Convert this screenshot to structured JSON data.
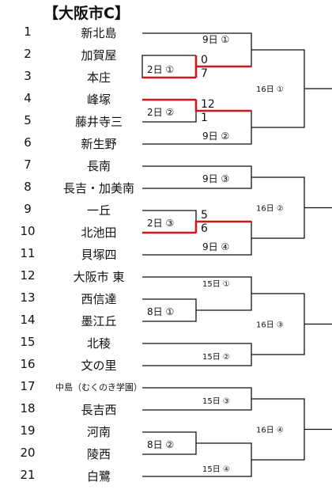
{
  "title": "【大阪市C】",
  "teams": [
    {
      "no": "1",
      "name": "新北島"
    },
    {
      "no": "2",
      "name": "加賀屋"
    },
    {
      "no": "3",
      "name": "本庄"
    },
    {
      "no": "4",
      "name": "峰塚"
    },
    {
      "no": "5",
      "name": "藤井寺三"
    },
    {
      "no": "6",
      "name": "新生野"
    },
    {
      "no": "7",
      "name": "長南"
    },
    {
      "no": "8",
      "name": "長吉・加美南"
    },
    {
      "no": "9",
      "name": "一丘"
    },
    {
      "no": "10",
      "name": "北池田"
    },
    {
      "no": "11",
      "name": "貝塚四"
    },
    {
      "no": "12",
      "name": "大阪市 東"
    },
    {
      "no": "13",
      "name": "西信達"
    },
    {
      "no": "14",
      "name": "墨江丘"
    },
    {
      "no": "15",
      "name": "北稜"
    },
    {
      "no": "16",
      "name": "文の里"
    },
    {
      "no": "17",
      "name": "中島（むくのき学園）"
    },
    {
      "no": "18",
      "name": "長吉西"
    },
    {
      "no": "19",
      "name": "河南"
    },
    {
      "no": "20",
      "name": "陵西"
    },
    {
      "no": "21",
      "name": "白鷺"
    }
  ],
  "matches": {
    "r1_a": "2日 ①",
    "r1_b": "2日 ②",
    "r1_c": "2日 ③",
    "r1_d": "8日 ①",
    "r1_e": "8日 ②",
    "r2_1": "9日 ①",
    "r2_2": "9日 ②",
    "r2_3": "9日 ③",
    "r2_4": "9日 ④",
    "r2_5": "15日 ①",
    "r2_6": "15日 ②",
    "r2_7": "15日 ③",
    "r2_8": "15日 ④",
    "r3_1": "16日 ①",
    "r3_2": "16日 ②",
    "r3_3": "16日 ③",
    "r3_4": "16日 ④"
  },
  "scores": {
    "m1_top": "0",
    "m1_bottom": "7",
    "m2_top": "12",
    "m2_bottom": "1",
    "m3_top": "5",
    "m3_bottom": "6"
  },
  "colors": {
    "line": "#111111",
    "winner": "#d0161b"
  }
}
